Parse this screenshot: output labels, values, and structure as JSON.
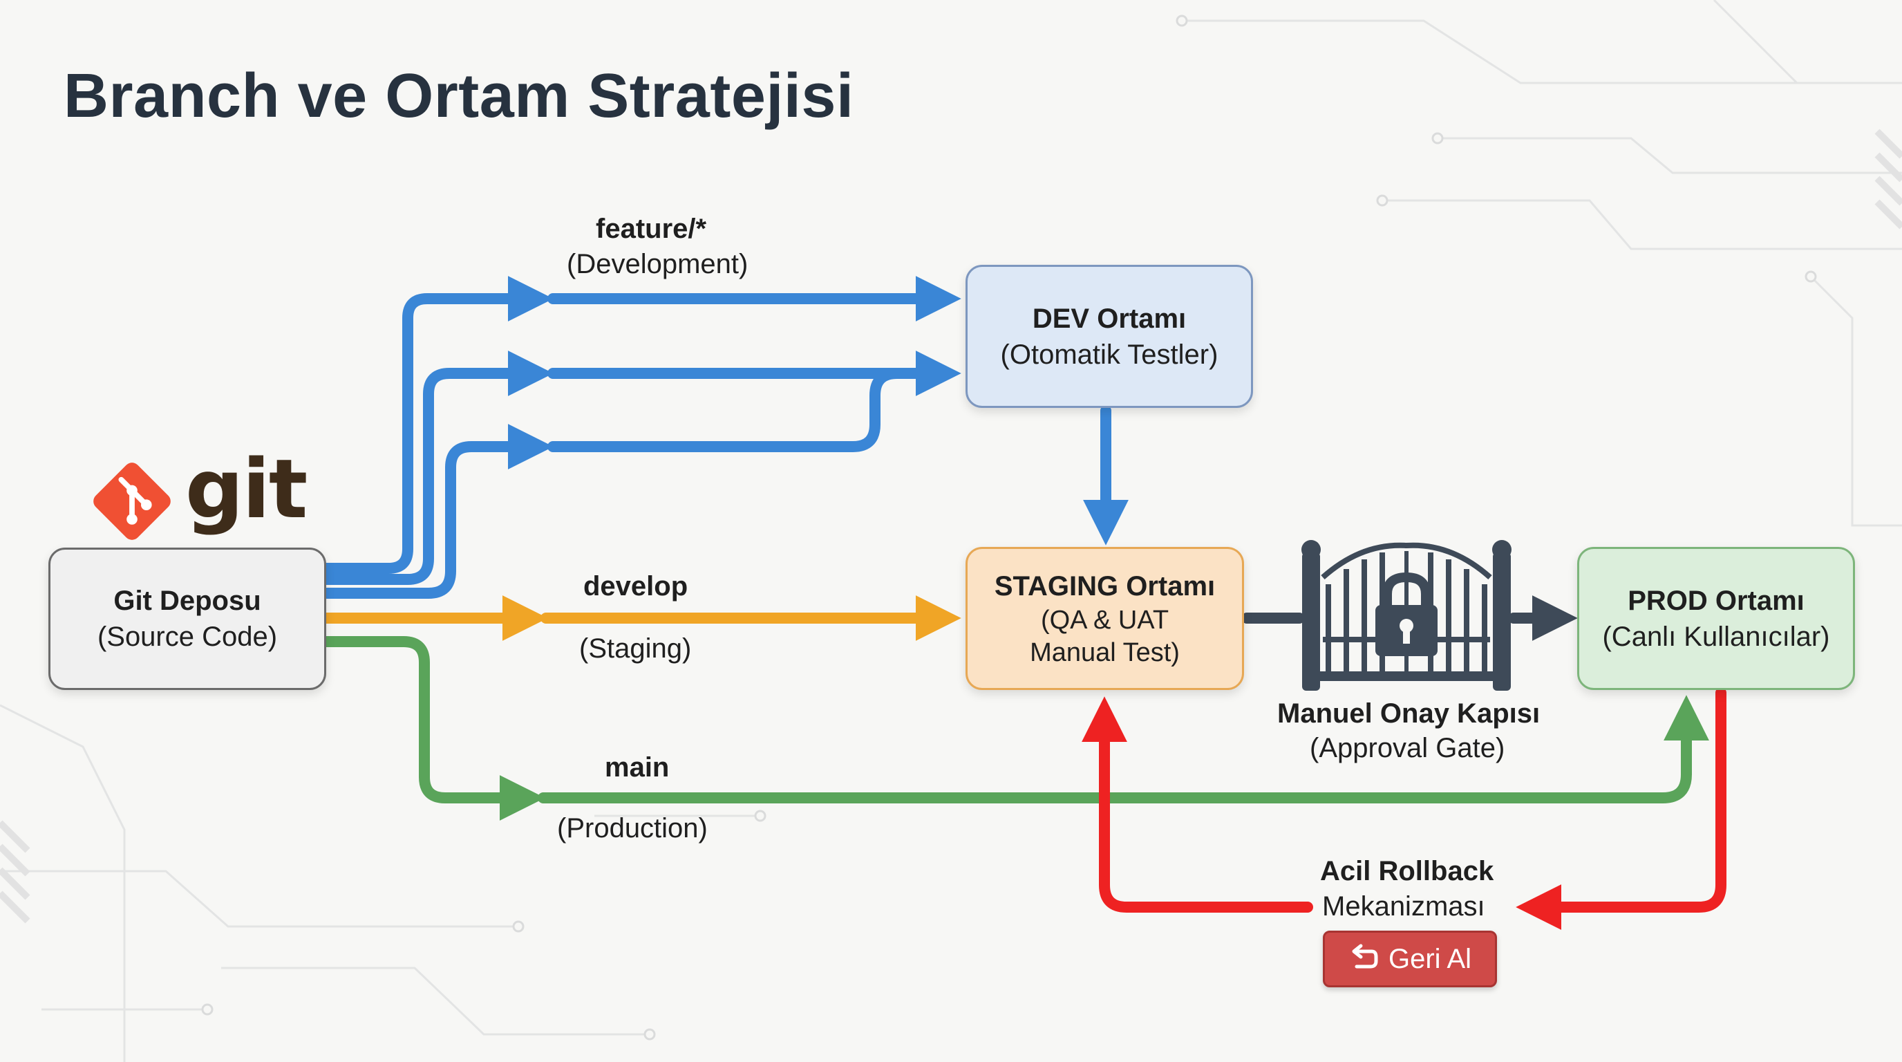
{
  "title": "Branch ve Ortam Stratejisi",
  "git_logo": {
    "icon": "git-diamond-logo",
    "word": "git",
    "color": "#f05033"
  },
  "nodes": {
    "git": {
      "title": "Git Deposu",
      "subtitle": "(Source Code)"
    },
    "dev": {
      "title": "DEV Ortamı",
      "subtitle": "(Otomatik Testler)"
    },
    "staging": {
      "title": "STAGING Ortamı",
      "line2": "(QA & UAT",
      "line3": "Manual Test)"
    },
    "prod": {
      "title": "PROD Ortamı",
      "subtitle": "(Canlı Kullanıcılar)"
    }
  },
  "branches": {
    "feature": {
      "name": "feature/*",
      "env": "(Development)",
      "color": "#3a86d6"
    },
    "develop": {
      "name": "develop",
      "env": "(Staging)",
      "color": "#f0a526"
    },
    "main": {
      "name": "main",
      "env": "(Production)",
      "color": "#5aa45a"
    }
  },
  "gate": {
    "title": "Manuel Onay Kapısı",
    "subtitle": "(Approval Gate)",
    "icon": "lock-gate-icon"
  },
  "rollback": {
    "title": "Acil Rollback",
    "subtitle": "Mekanizması",
    "button": "Geri Al",
    "color": "#ee2222"
  }
}
